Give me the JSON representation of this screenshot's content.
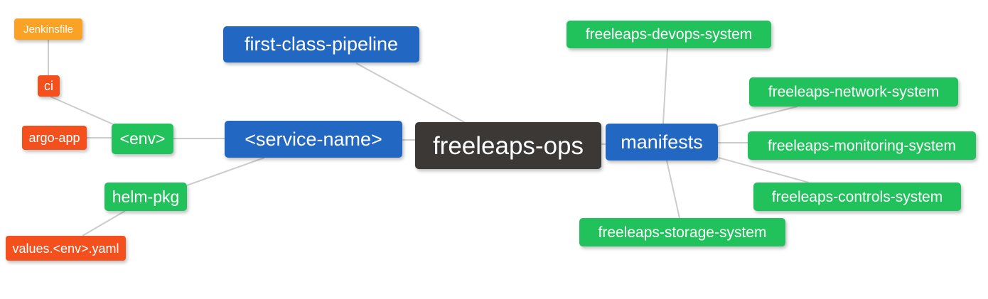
{
  "diagram": {
    "type": "mindmap",
    "root": "freeleaps-ops",
    "nodes": {
      "freeleaps_ops": {
        "label": "freeleaps-ops",
        "level": "root",
        "color": "#3b3836"
      },
      "first_class_pipeline": {
        "label": "first-class-pipeline",
        "level": "2",
        "color": "#2267c2"
      },
      "service_name": {
        "label": "<service-name>",
        "level": "2",
        "color": "#2267c2"
      },
      "manifests": {
        "label": "manifests",
        "level": "2",
        "color": "#2267c2"
      },
      "env": {
        "label": "<env>",
        "level": "3",
        "color": "#21c25c"
      },
      "helm_pkg": {
        "label": "helm-pkg",
        "level": "3",
        "color": "#21c25c"
      },
      "argo_app": {
        "label": "argo-app",
        "level": "4",
        "color": "#f4501e"
      },
      "ci": {
        "label": "ci",
        "level": "4",
        "color": "#f4501e"
      },
      "jenkinsfile": {
        "label": "Jenkinsfile",
        "level": "5",
        "color": "#f9a226"
      },
      "values_env_yaml": {
        "label": "values.<env>.yaml",
        "level": "4",
        "color": "#f4501e"
      },
      "devops_system": {
        "label": "freeleaps-devops-system",
        "level": "3",
        "color": "#21c25c"
      },
      "network_system": {
        "label": "freeleaps-network-system",
        "level": "3",
        "color": "#21c25c"
      },
      "monitoring_system": {
        "label": "freeleaps-monitoring-system",
        "level": "3",
        "color": "#21c25c"
      },
      "controls_system": {
        "label": "freeleaps-controls-system",
        "level": "3",
        "color": "#21c25c"
      },
      "storage_system": {
        "label": "freeleaps-storage-system",
        "level": "3",
        "color": "#21c25c"
      }
    },
    "edges": [
      [
        "jenkinsfile",
        "ci"
      ],
      [
        "ci",
        "env"
      ],
      [
        "argo_app",
        "env"
      ],
      [
        "env",
        "service_name"
      ],
      [
        "helm_pkg",
        "service_name"
      ],
      [
        "values_env_yaml",
        "helm_pkg"
      ],
      [
        "first_class_pipeline",
        "freeleaps_ops"
      ],
      [
        "service_name",
        "freeleaps_ops"
      ],
      [
        "freeleaps_ops",
        "manifests"
      ],
      [
        "manifests",
        "devops_system"
      ],
      [
        "manifests",
        "network_system"
      ],
      [
        "manifests",
        "monitoring_system"
      ],
      [
        "manifests",
        "controls_system"
      ],
      [
        "manifests",
        "storage_system"
      ]
    ],
    "colors": {
      "root_bg": "#3b3836",
      "branch_bg": "#2267c2",
      "leaf_green_bg": "#21c25c",
      "leaf_red_bg": "#f4501e",
      "leaf_orange_bg": "#f9a226",
      "edge": "#cccccc",
      "text": "#ffffff",
      "background": "#ffffff"
    }
  }
}
